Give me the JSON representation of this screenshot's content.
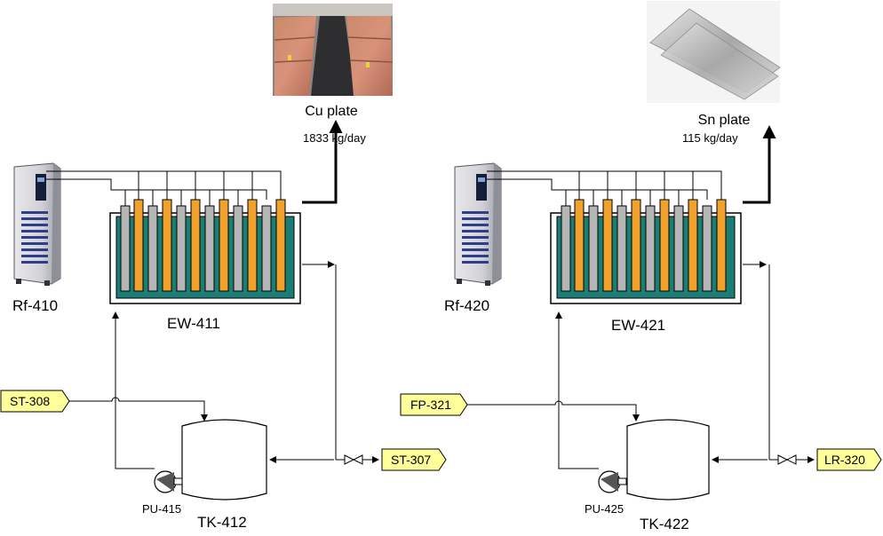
{
  "colors": {
    "cell_bath": "#1a7e76",
    "anode": "#f2a12c",
    "cathode": "#b6b6b6",
    "stream_tag": "#ffff99"
  },
  "line1": {
    "rectifier": "Rf-410",
    "cell": "EW-411",
    "tank": "TK-412",
    "pump": "PU-415",
    "product_name": "Cu plate",
    "product_rate": "1833 kg/day",
    "inlet_stream": "ST-308",
    "outlet_stream": "ST-307"
  },
  "line2": {
    "rectifier": "Rf-420",
    "cell": "EW-421",
    "tank": "TK-422",
    "pump": "PU-425",
    "product_name": "Sn plate",
    "product_rate": "115 kg/day",
    "inlet_stream": "FP-321",
    "outlet_stream": "LR-320"
  }
}
